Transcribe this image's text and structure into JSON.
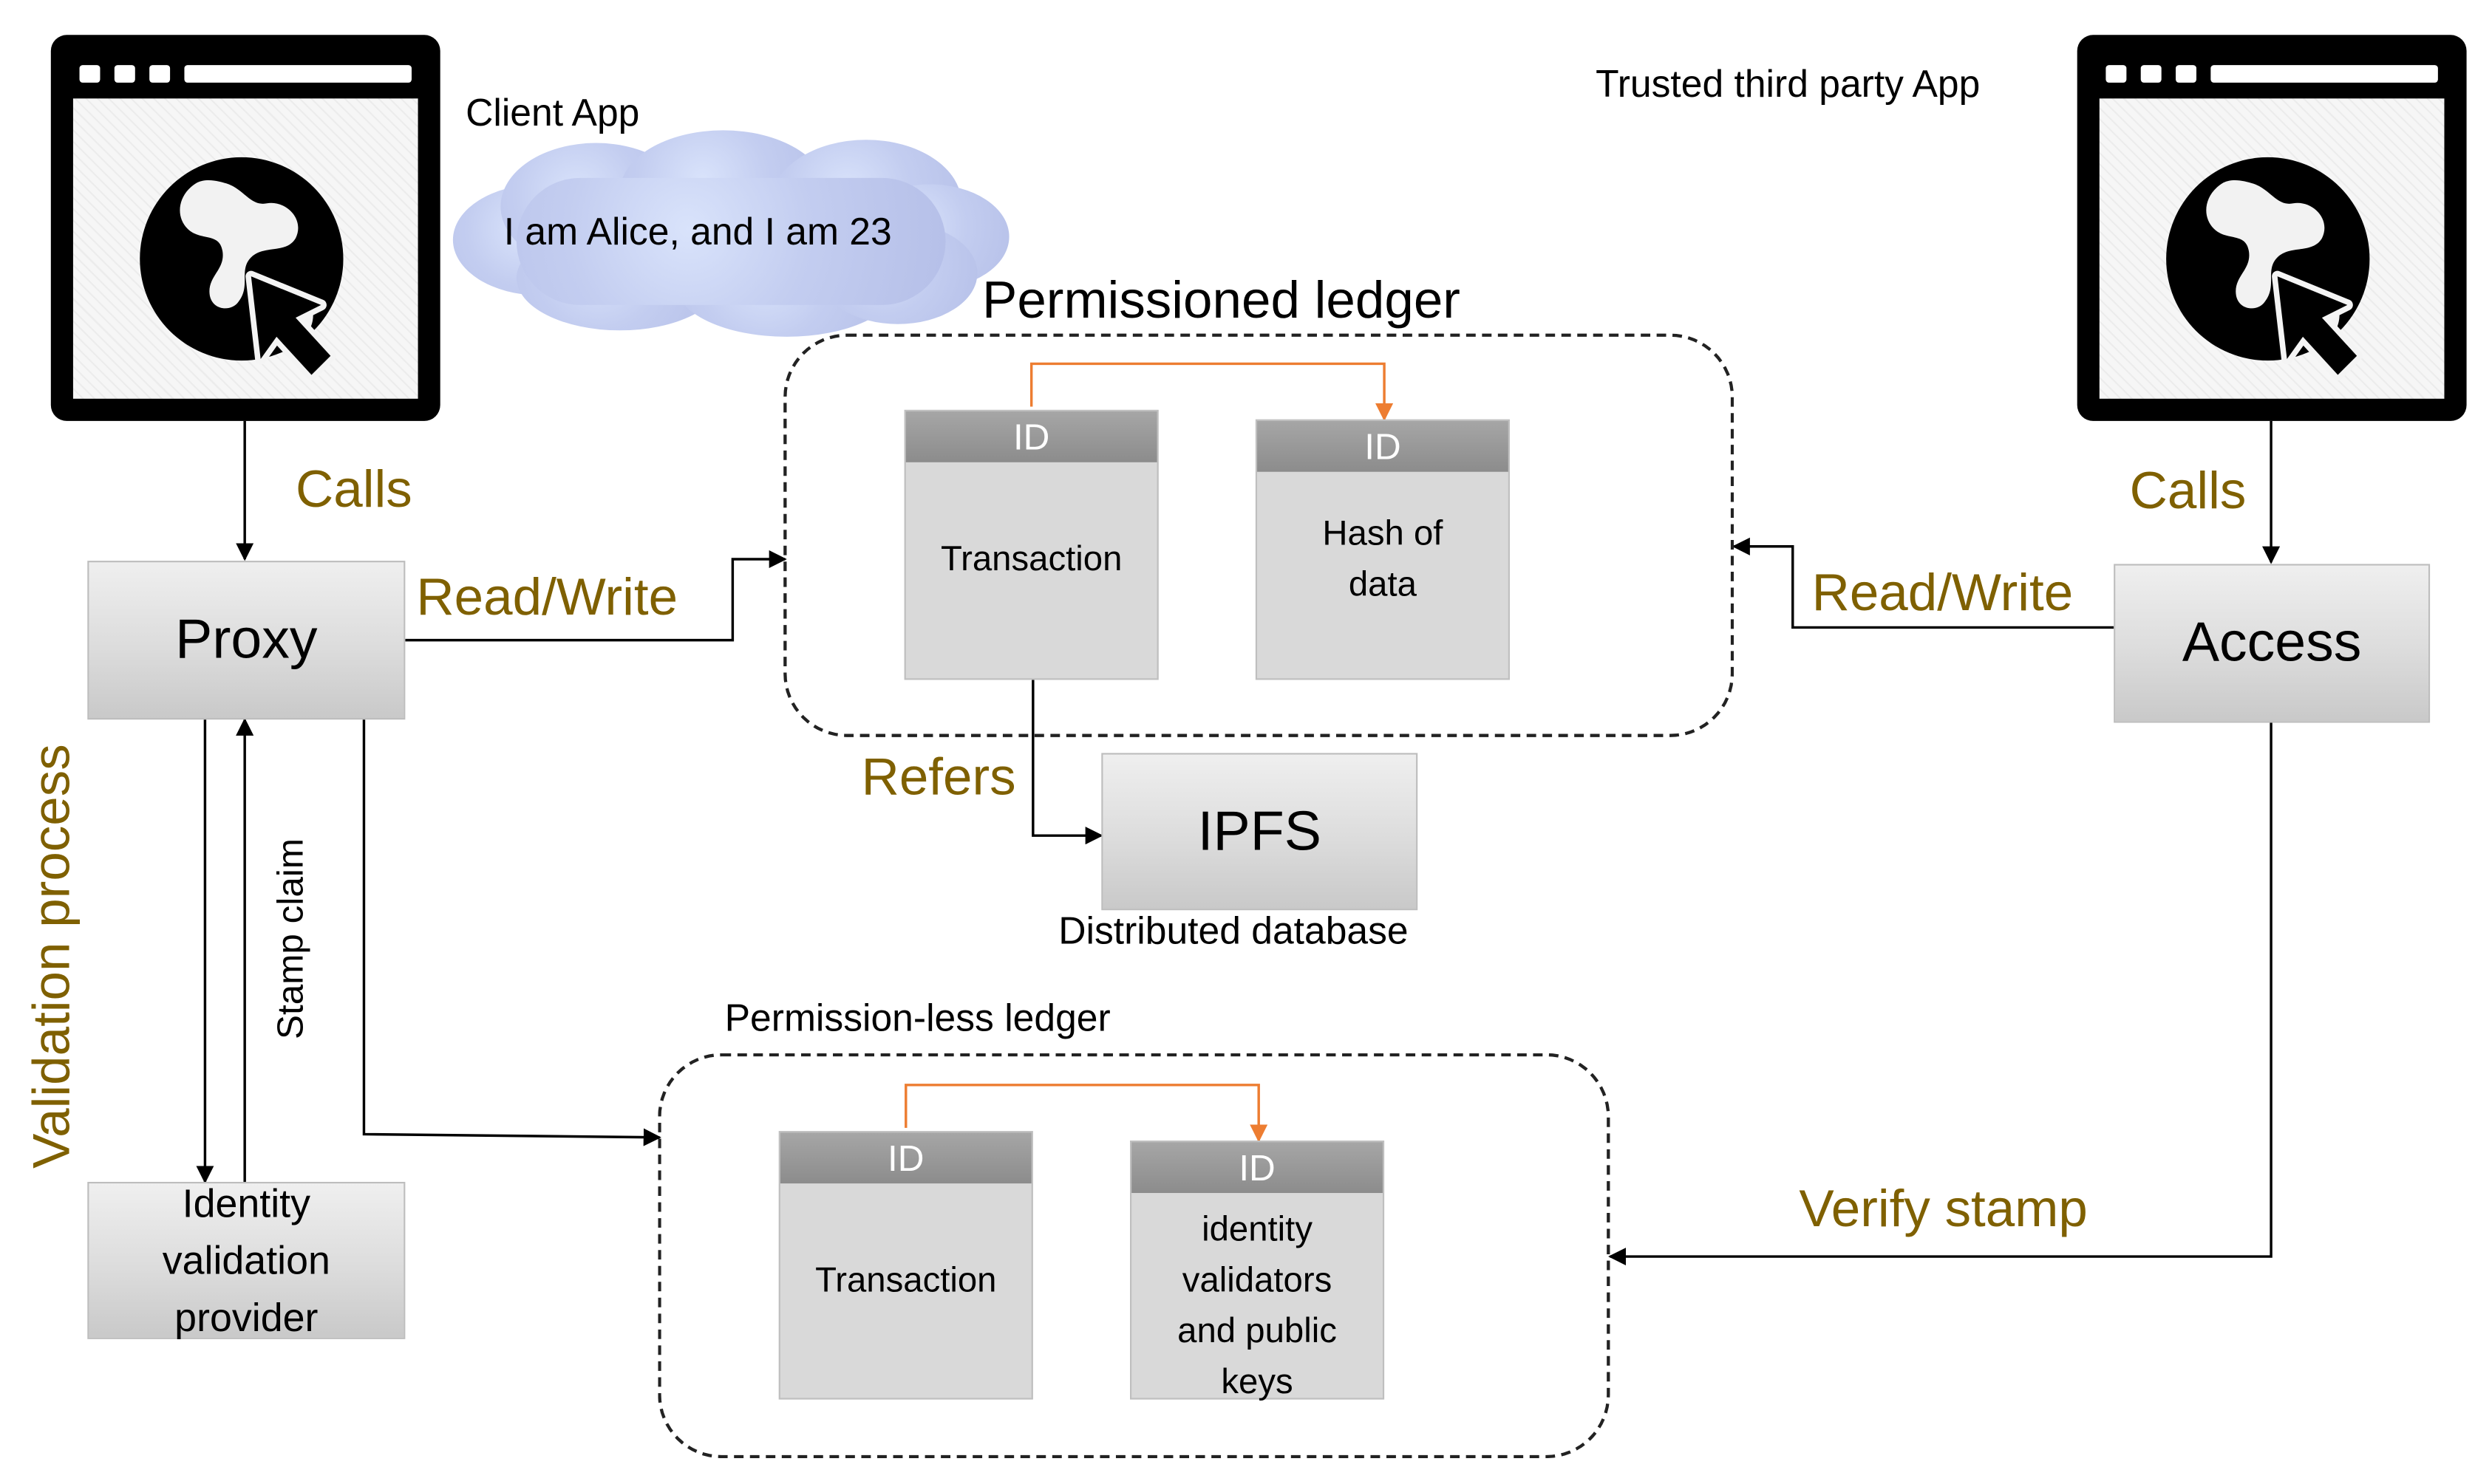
{
  "client_app": {
    "title": "Client App",
    "claim": "I am Alice, and I am 23",
    "icon": "globe-cursor-icon"
  },
  "third_party_app": {
    "title": "Trusted third party App",
    "icon": "globe-cursor-icon"
  },
  "labels": {
    "calls_left": "Calls",
    "calls_right": "Calls",
    "read_write_left": "Read/Write",
    "read_write_right": "Read/Write",
    "refers": "Refers",
    "validation_process": "Validation process",
    "stamp_claim": "Stamp claim",
    "verify_stamp": "Verify stamp"
  },
  "nodes": {
    "proxy": "Proxy",
    "access": "Access",
    "ipfs": "IPFS",
    "ipfs_caption": "Distributed database",
    "identity_provider": [
      "Identity",
      "validation",
      "provider"
    ]
  },
  "permissioned_ledger": {
    "title": "Permissioned ledger",
    "cards": [
      {
        "id": "ID",
        "lines": [
          "Transaction"
        ]
      },
      {
        "id": "ID",
        "lines": [
          "Hash of",
          "data"
        ]
      }
    ]
  },
  "permissionless_ledger": {
    "title": "Permission-less ledger",
    "cards": [
      {
        "id": "ID",
        "lines": [
          "Transaction"
        ]
      },
      {
        "id": "ID",
        "lines": [
          "identity",
          "validators",
          "and public",
          "keys"
        ]
      }
    ]
  },
  "colors": {
    "label_gold": "#7F6000",
    "link_orange": "#ED7D31",
    "line": "#000000"
  }
}
